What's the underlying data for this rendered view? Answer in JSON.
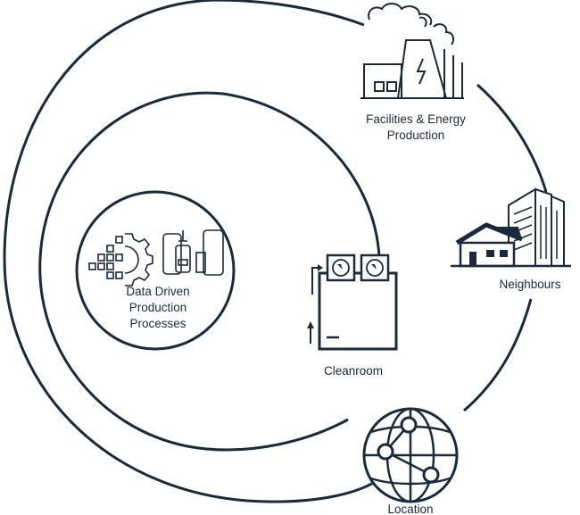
{
  "nodes": {
    "core": {
      "lines": [
        "Data Driven",
        "Production",
        "Processes"
      ],
      "icon": "gear-and-tanks-icon"
    },
    "cleanroom": {
      "label": "Cleanroom",
      "icon": "cleanroom-icon"
    },
    "facilities": {
      "lines": [
        "Facilities & Energy",
        "Production"
      ],
      "icon": "power-plant-icon"
    },
    "neighbours": {
      "label": "Neighbours",
      "icon": "house-and-buildings-icon"
    },
    "location": {
      "label": "Location",
      "icon": "globe-network-icon"
    }
  },
  "colors": {
    "ink": "#1b2a3a",
    "background": "#ffffff"
  }
}
